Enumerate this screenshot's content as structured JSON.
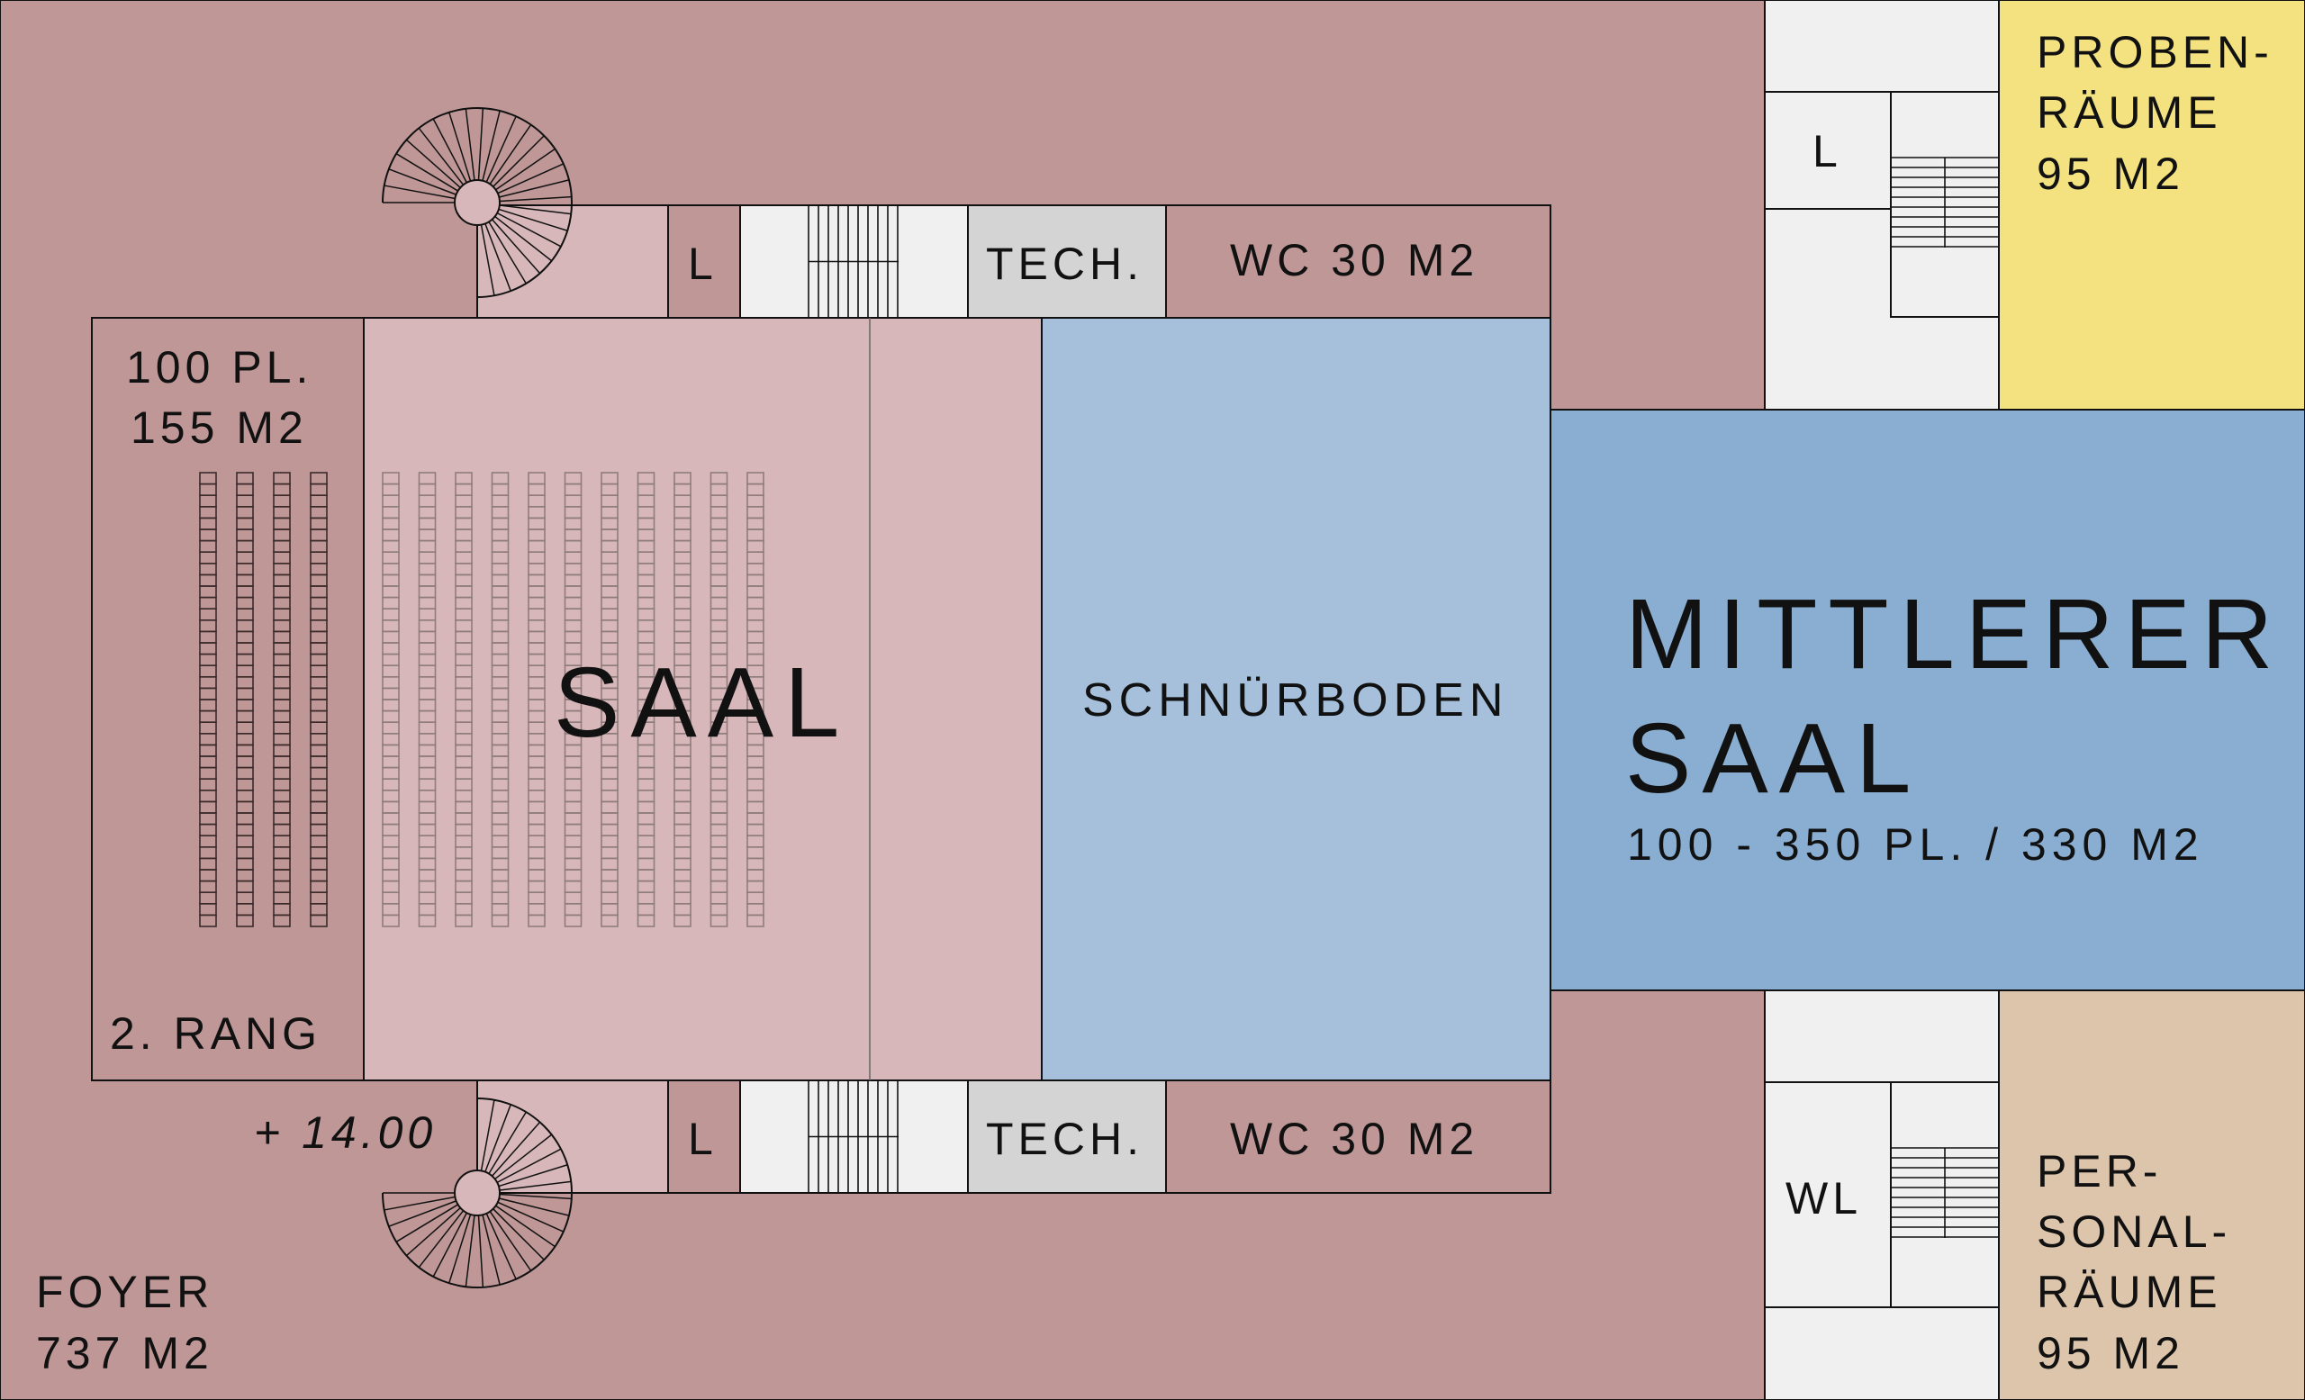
{
  "colors": {
    "foyer": "#bf9797",
    "saal": "#d7b7b9",
    "stage": "#a6c0dc",
    "mittlerer": "#89aed1",
    "proben": "#f3e27f",
    "personal": "#dcc5ab",
    "service": "#f0f0f0",
    "tech": "#d4d4d4",
    "line": "#111111"
  },
  "labels": {
    "saal": "SAAL",
    "schnuerboden": "SCHNÜRBODEN",
    "mittlerer_1": "MITTLERER",
    "mittlerer_2": "SAAL",
    "mittlerer_sub": "100 - 350 PL. / 330 M2",
    "rang_places": "100 PL.",
    "rang_area": "155 M2",
    "rang_name": "2. RANG",
    "level": "+ 14.00",
    "foyer_1": "FOYER",
    "foyer_2": "737 M2",
    "proben_1": "PROBEN-",
    "proben_2": "RÄUME",
    "proben_3": "95 M2",
    "personal_1": "PER-",
    "personal_2": "SONAL-",
    "personal_3": "RÄUME",
    "personal_4": "95 M2",
    "lift": "L",
    "wl": "WL",
    "tech": "TECH.",
    "wc": "WC 30 M2"
  }
}
